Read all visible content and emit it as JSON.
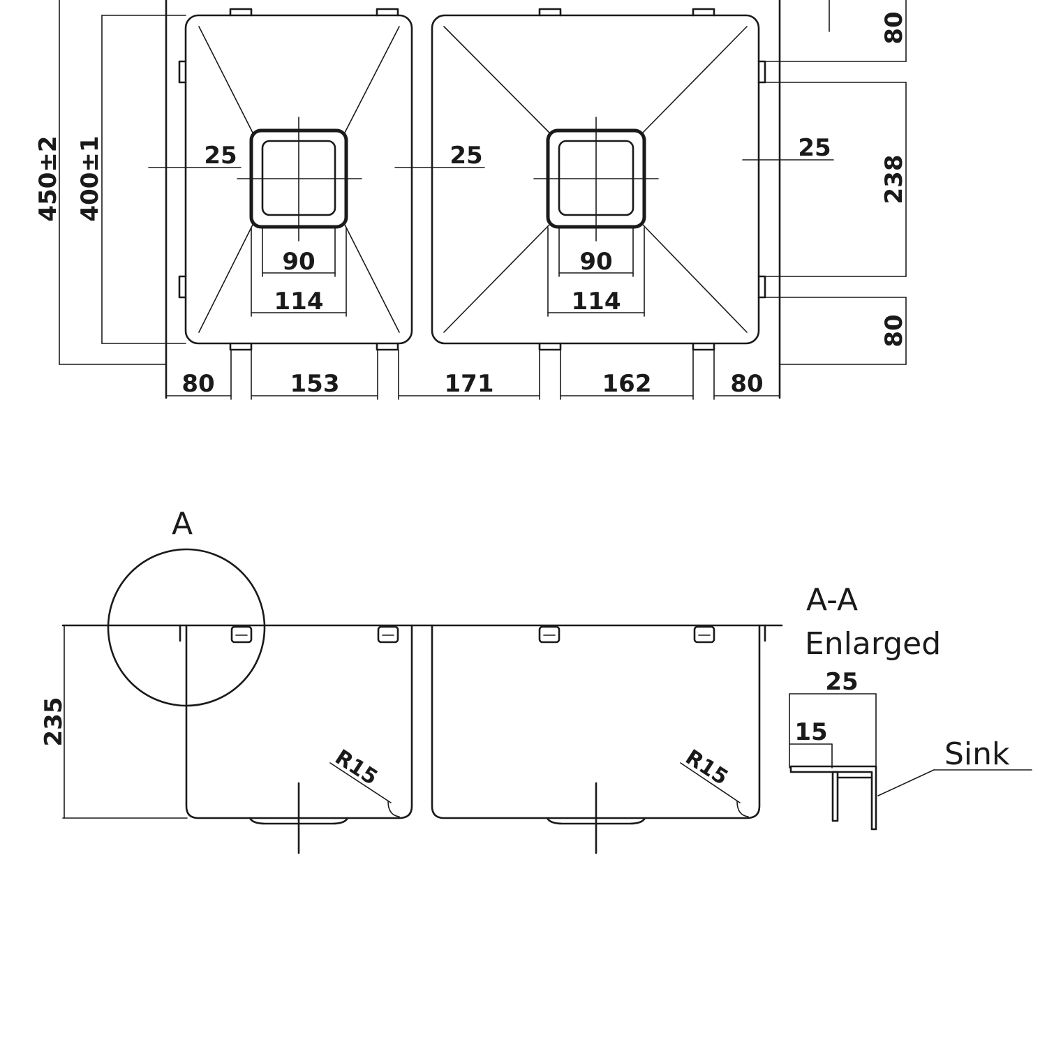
{
  "plan_view": {
    "overall_depth": "450±2",
    "bowl_depth": "400±1",
    "left_bowl": {
      "rim_offset": "25",
      "drain_inner": "90",
      "drain_outer": "114"
    },
    "right_bowl": {
      "rim_offset_left": "25",
      "rim_offset_right": "25",
      "drain_inner": "90",
      "drain_outer": "114"
    },
    "bottom_dims": [
      "80",
      "153",
      "171",
      "162",
      "80"
    ],
    "right_dims": {
      "top": "80",
      "middle": "238",
      "bottom": "80"
    }
  },
  "section_view": {
    "detail_label": "A",
    "height": "235",
    "left_radius": "R15",
    "right_radius": "R15"
  },
  "detail": {
    "title_line1": "A-A",
    "title_line2": "Enlarged",
    "width_outer": "25",
    "width_inner": "15",
    "part_label": "Sink"
  }
}
